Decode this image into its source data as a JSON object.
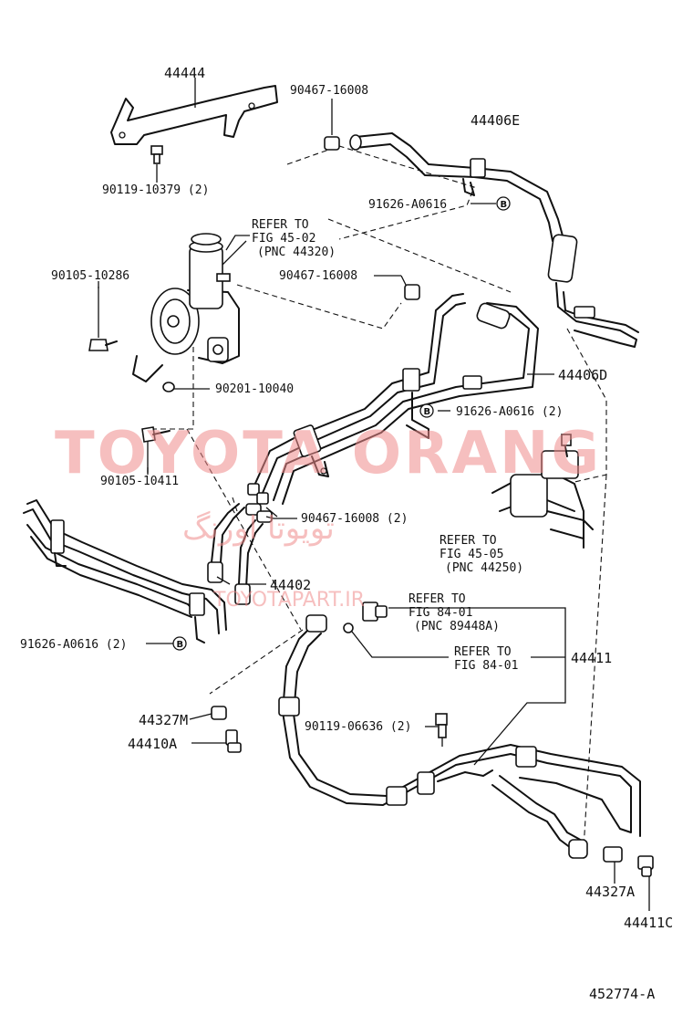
{
  "parts": {
    "bracket_44444": "44444",
    "bolt_90119_10379": "90119-10379 (2)",
    "clamp_90467_16008_top": "90467-16008",
    "hose_44406E": "44406E",
    "clamp_91626_top": "91626-A0616",
    "refer_fig_45_02_line1": "REFER TO",
    "refer_fig_45_02_line2": "FIG 45-02",
    "refer_fig_45_02_line3": "(PNC 44320)",
    "bolt_90105_10286": "90105-10286",
    "clamp_90467_16008_mid": "90467-16008",
    "hose_44406D": "44406D",
    "washer_90201_10040": "90201-10040",
    "clamp_91626_mid": "91626-A0616 (2)",
    "bolt_90105_10411": "90105-10411",
    "clamp_90467_16008_low": "90467-16008 (2)",
    "refer_fig_45_05_line1": "REFER TO",
    "refer_fig_45_05_line2": "FIG 45-05",
    "refer_fig_45_05_line3": "(PNC 44250)",
    "tube_44402": "44402",
    "refer_fig_84_01a_line1": "REFER TO",
    "refer_fig_84_01a_line2": "FIG 84-01",
    "refer_fig_84_01a_line3": "(PNC 89448A)",
    "clamp_91626_low": "91626-A0616 (2)",
    "refer_fig_84_01b_line1": "REFER TO",
    "refer_fig_84_01b_line2": "FIG 84-01",
    "hose_44411": "44411",
    "clamp_44327M": "44327M",
    "union_44410A": "44410A",
    "bolt_90119_06636": "90119-06636 (2)",
    "clamp_44327A": "44327A",
    "union_44411C": "44411C",
    "figure_number": "452774-A"
  },
  "watermark": {
    "main": "TOYOTA ORANG",
    "arabic": "تويوتا اورنگ",
    "url": "TOYOTAPART.IR",
    "color": "#ef8b8b"
  },
  "marker_letter": "B"
}
